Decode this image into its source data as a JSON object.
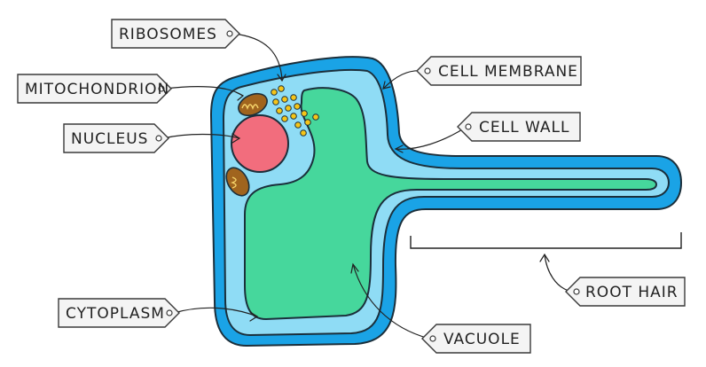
{
  "labels": {
    "ribosomes": "RIBOSOMES",
    "mitochondrion": "MITOCHONDRION",
    "nucleus": "NUCLEUS",
    "cytoplasm": "CYTOPLASM",
    "cell_membrane": "CELL MEMBRANE",
    "cell_wall": "CELL WALL",
    "root_hair": "ROOT HAIR",
    "vacuole": "VACUOLE"
  },
  "colors": {
    "cell_wall": "#1aa3e6",
    "cytoplasm": "#8fdcf5",
    "vacuole": "#46d79c",
    "nucleus": "#f26d7d",
    "mitochondrion": "#a0641e",
    "ribosome": "#f5c518",
    "outline": "#1b2f3b"
  }
}
